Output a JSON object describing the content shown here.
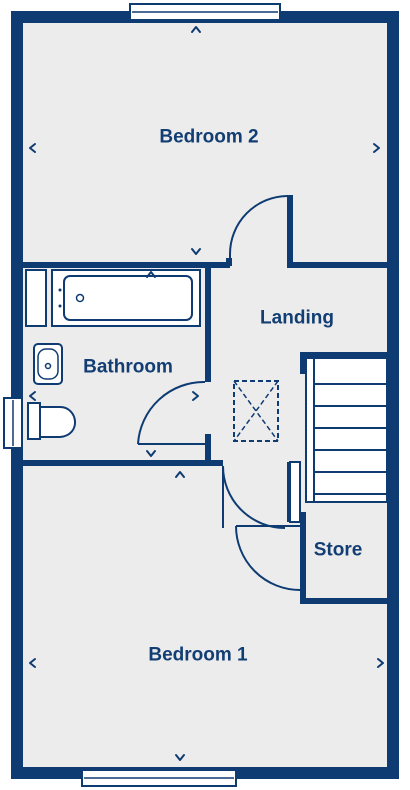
{
  "rooms": {
    "bedroom2": "Bedroom 2",
    "landing": "Landing",
    "bathroom": "Bathroom",
    "store": "Store",
    "bedroom1": "Bedroom 1"
  },
  "colors": {
    "wall": "#0f3b73",
    "floor": "#ececec",
    "background": "#ffffff",
    "label": "#123e74"
  }
}
